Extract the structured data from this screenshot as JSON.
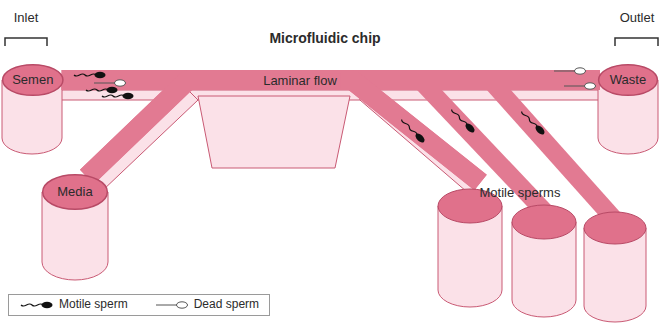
{
  "diagram": {
    "title": "Microfluidic chip",
    "nodes": [
      {
        "text": [
          "Semen"
        ]
      },
      {
        "text": [
          "Waste"
        ]
      },
      {
        "text": [
          "Media"
        ]
      },
      {
        "text": [
          "Motile sperms"
        ]
      }
    ],
    "edges": [
      {
        "from": 0,
        "to": 1,
        "arrow": "none"
      },
      {
        "from": 2,
        "to": 1,
        "arrow": "none"
      },
      {
        "from": 0,
        "to": 3,
        "arrow": "none"
      },
      {
        "from": 2,
        "to": 3,
        "arrow": "none"
      }
    ],
    "labels": [
      "Inlet",
      "Outlet",
      "Laminar flow"
    ],
    "legend": [
      {
        "text": "Motile sperm"
      },
      {
        "text": "Dead sperm"
      }
    ]
  }
}
